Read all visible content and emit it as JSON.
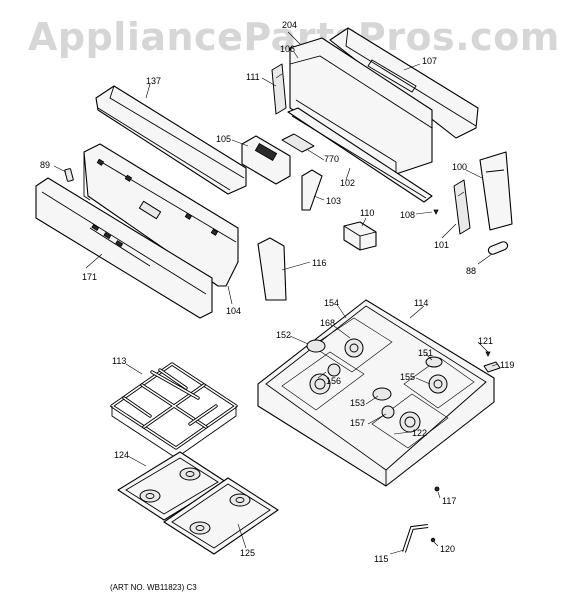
{
  "watermark": "AppliancePartsPros.com",
  "art_number": "(ART NO. WB11823) C3",
  "callouts": {
    "p204": "204",
    "p106": "106",
    "p107": "107",
    "p111": "111",
    "p137": "137",
    "p105": "105",
    "p770": "770",
    "p102": "102",
    "p89": "89",
    "p100": "100",
    "p103": "103",
    "p108": "108",
    "p110": "110",
    "p101": "101",
    "p171": "171",
    "p116": "116",
    "p88": "88",
    "p104": "104",
    "p154": "154",
    "p114": "114",
    "p168": "168",
    "p152": "152",
    "p121": "121",
    "p151": "151",
    "p119": "119",
    "p113": "113",
    "p156": "156",
    "p155": "155",
    "p153": "153",
    "p157": "157",
    "p122": "122",
    "p124": "124",
    "p117": "117",
    "p125": "125",
    "p120": "120",
    "p115": "115"
  }
}
